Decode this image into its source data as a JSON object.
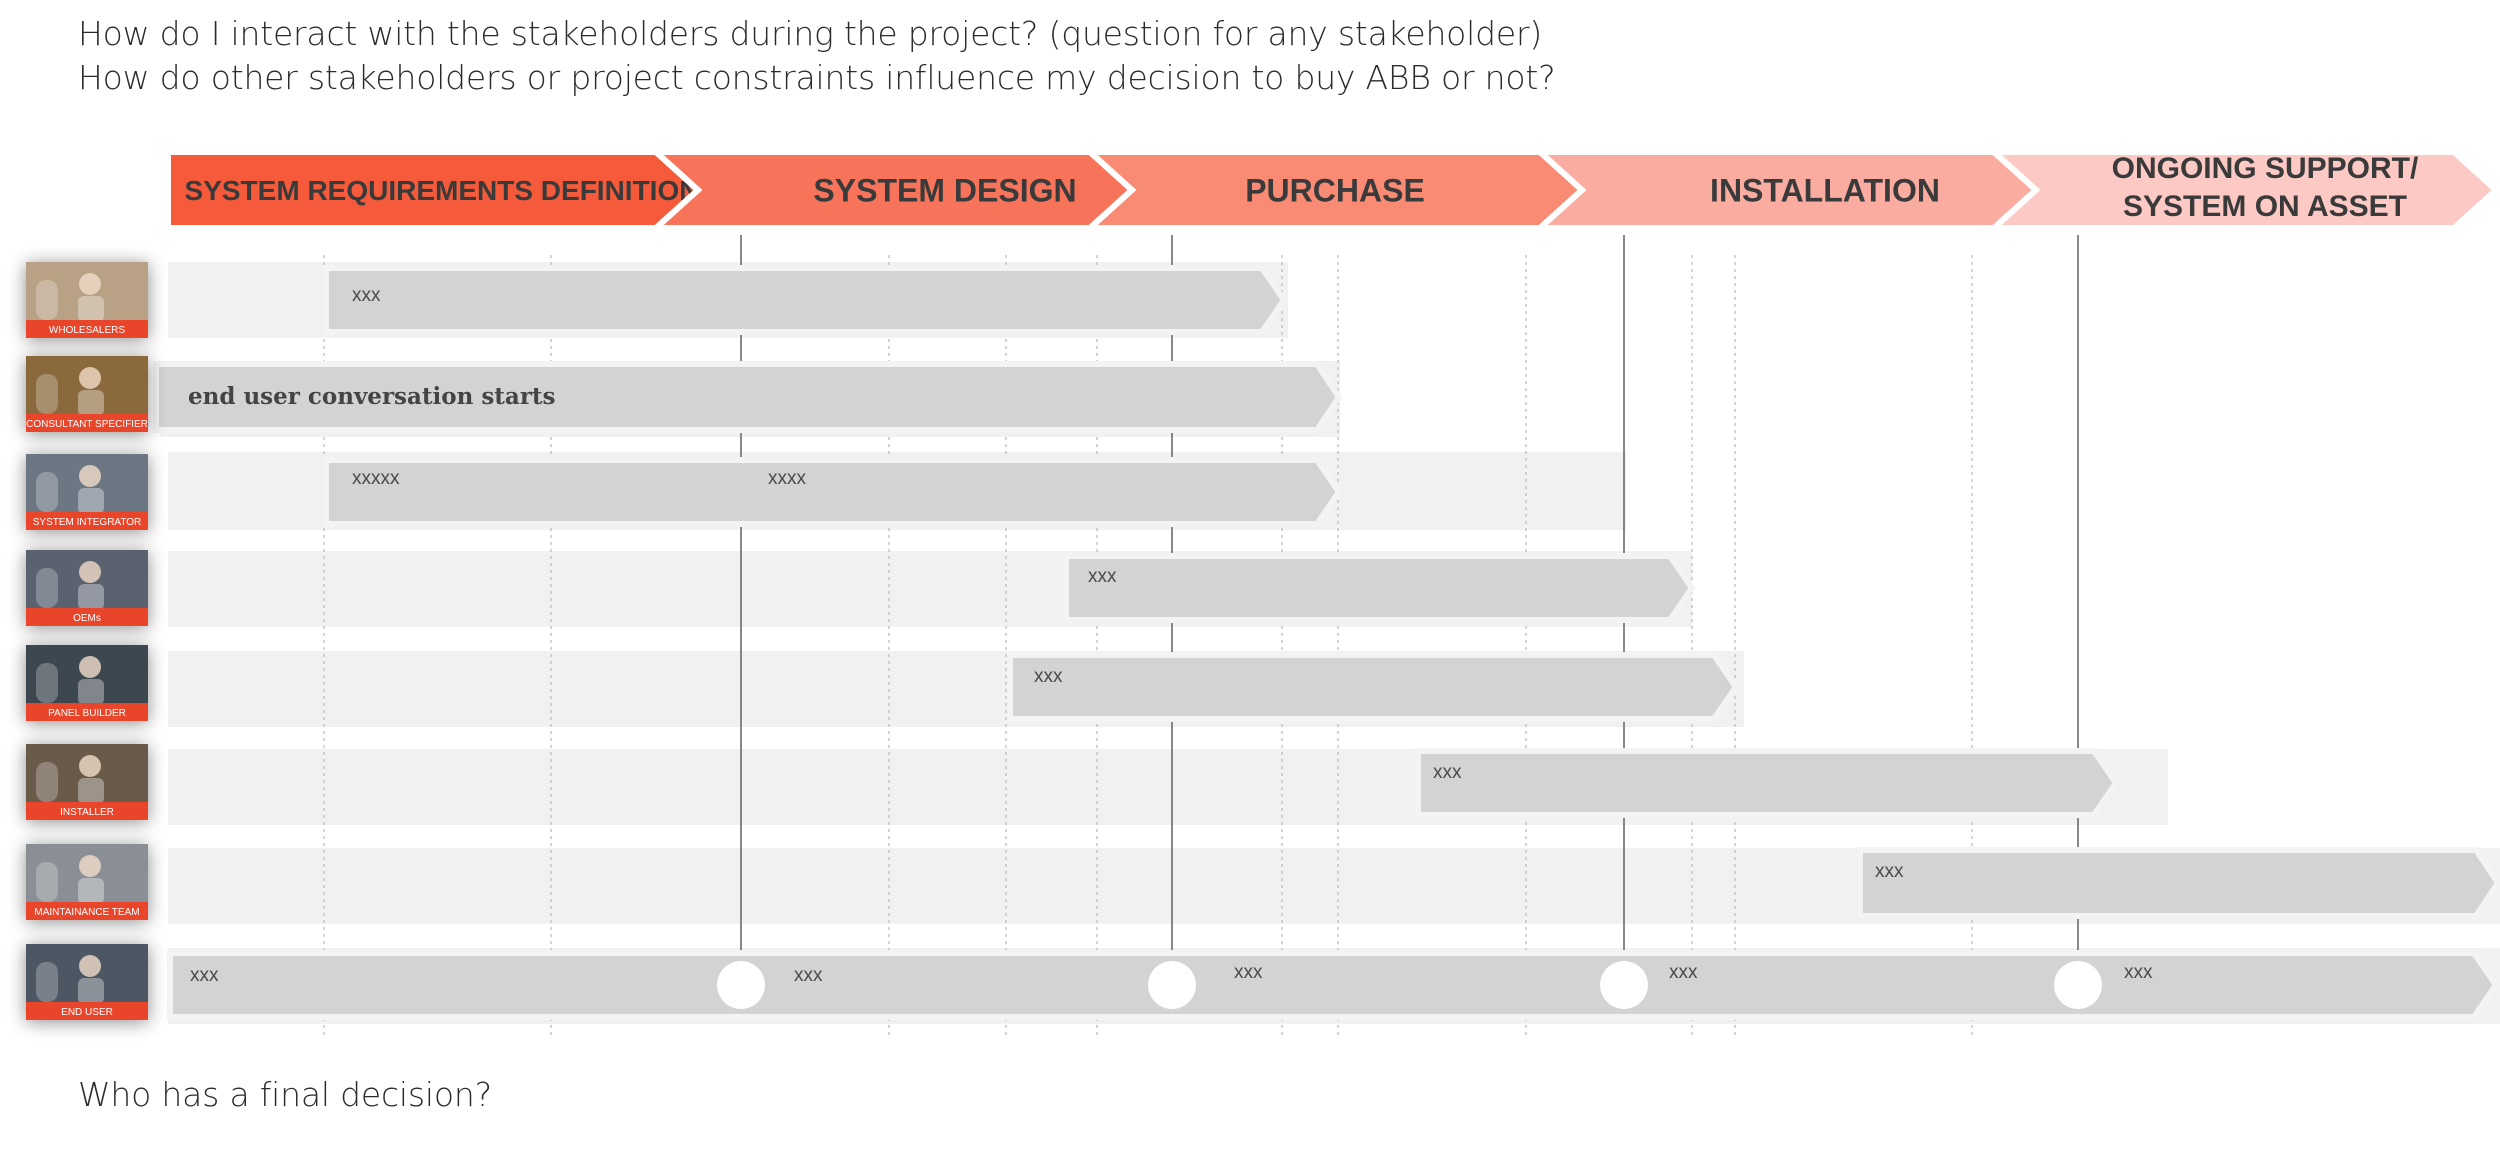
{
  "questions": {
    "q1": "How do I interact with the stakeholders during the project? (question for any stakeholder)",
    "q2": "How do other stakeholders or project constraints influence my decision to buy ABB or not?",
    "q3": "Who has a final decision?"
  },
  "phases": [
    {
      "lines": [
        "SYSTEM REQUIREMENTS DEFINITION"
      ],
      "color": "#f55b3a"
    },
    {
      "lines": [
        "SYSTEM DESIGN"
      ],
      "color": "#f7745a"
    },
    {
      "lines": [
        "PURCHASE"
      ],
      "color": "#f98a73"
    },
    {
      "lines": [
        "INSTALLATION"
      ],
      "color": "#faaca1"
    },
    {
      "lines": [
        "ONGOING SUPPORT/",
        "SYSTEM ON ASSET"
      ],
      "color": "#fcc9c4"
    }
  ],
  "stakeholders": [
    {
      "name": "WHOLESALERS",
      "icon": "wholesalers-photo-icon",
      "bar_labels": [
        "xxx"
      ]
    },
    {
      "name": "CONSULTANT SPECIFIER",
      "icon": "consultant-photo-icon",
      "bar_labels": [
        "end user conversation starts"
      ]
    },
    {
      "name": "SYSTEM INTEGRATOR",
      "icon": "integrator-photo-icon",
      "bar_labels": [
        "xxxxx",
        "xxxx"
      ]
    },
    {
      "name": "OEMs",
      "icon": "oem-photo-icon",
      "bar_labels": [
        "xxx"
      ]
    },
    {
      "name": "PANEL BUILDER",
      "icon": "panel-builder-photo-icon",
      "bar_labels": [
        "xxx"
      ]
    },
    {
      "name": "INSTALLER",
      "icon": "installer-photo-icon",
      "bar_labels": [
        "xxx"
      ]
    },
    {
      "name": "MAINTAINANCE TEAM",
      "icon": "maintenance-photo-icon",
      "bar_labels": [
        "xxx"
      ]
    },
    {
      "name": "END USER",
      "icon": "end-user-photo-icon",
      "bar_labels": [
        "xxx",
        "xxx",
        "xxx",
        "xxx",
        "xxx"
      ]
    }
  ],
  "colors": {
    "card_band": "#e8452c",
    "bar_fill": "#d3d3d3",
    "row_band": "#f1f1f1",
    "milestone": "#ffffff"
  }
}
